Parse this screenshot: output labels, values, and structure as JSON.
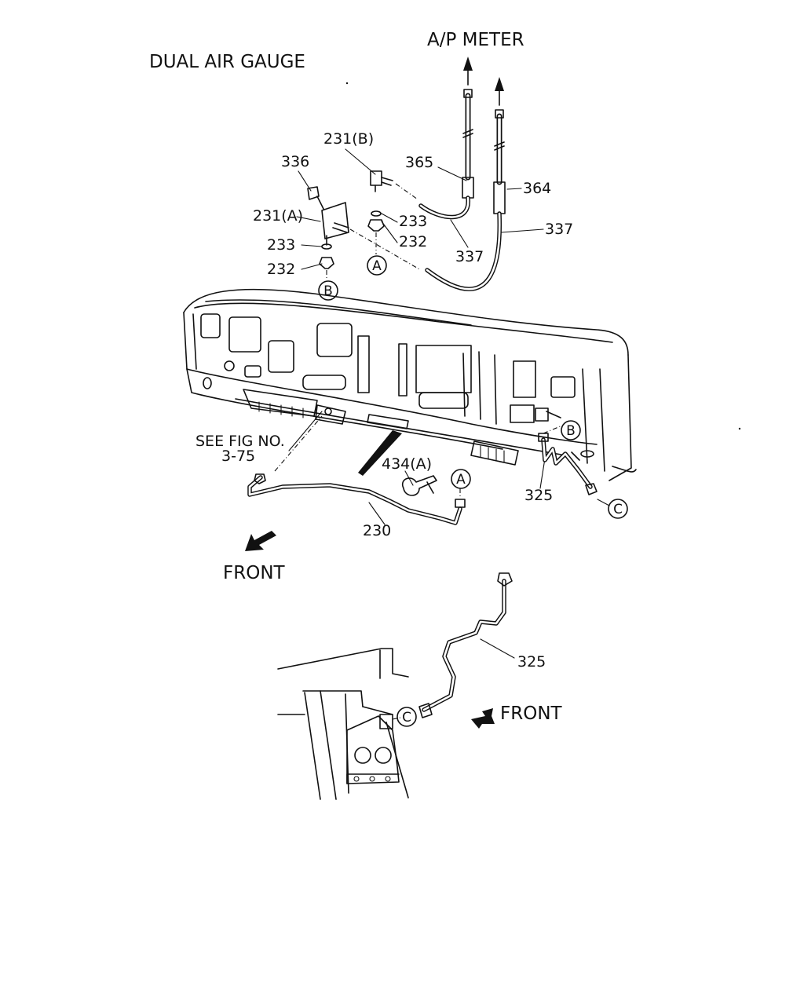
{
  "title": "DUAL AIR GAUGE",
  "destination": "A/P METER",
  "see_fig": {
    "line1": "SEE  FIG  NO.",
    "line2": "3-75"
  },
  "front_labels": [
    "FRONT",
    "FRONT"
  ],
  "parts": {
    "p231b": "231(B)",
    "p336": "336",
    "p365": "365",
    "p364": "364",
    "p231a": "231(A)",
    "p233_right": "233",
    "p232_right": "232",
    "p233_left": "233",
    "p232_left": "232",
    "p337_a": "337",
    "p337_b": "337",
    "p434a": "434(A)",
    "p325_upper": "325",
    "p230": "230",
    "p325_lower": "325"
  },
  "refs": {
    "a1": "A",
    "b1": "B",
    "b2": "B",
    "a2": "A",
    "c1": "C",
    "c2": "C"
  }
}
